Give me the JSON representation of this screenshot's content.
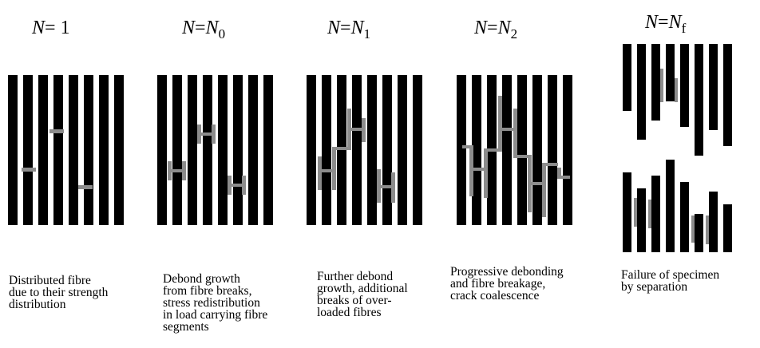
{
  "stages": [
    {
      "label": {
        "symbol": "N",
        "equals": "= ",
        "value": "1",
        "subscript": ""
      },
      "caption": "Distributed fibre\ndue to their strength\ndistribution"
    },
    {
      "label": {
        "symbol": "N",
        "equals": "=",
        "value": "N",
        "subscript": "0"
      },
      "caption": "Debond growth\nfrom fibre breaks,\nstress redistribution\nin load carrying fibre\nsegments"
    },
    {
      "label": {
        "symbol": "N",
        "equals": "=",
        "value": "N",
        "subscript": "1"
      },
      "caption": "Further debond\ngrowth, additional\nbreaks of over-\nloaded fibres"
    },
    {
      "label": {
        "symbol": "N",
        "equals": "=",
        "value": "N",
        "subscript": "2"
      },
      "caption": "Progressive debonding\nand fibre breakage,\ncrack coalescence"
    },
    {
      "label": {
        "symbol": "N",
        "equals": "=",
        "value": "N",
        "subscript": "f"
      },
      "caption": "Failure of specimen\nby separation"
    }
  ],
  "colors": {
    "fibre": "#000000",
    "debond": "#8c8c8c",
    "background": "#ffffff"
  }
}
